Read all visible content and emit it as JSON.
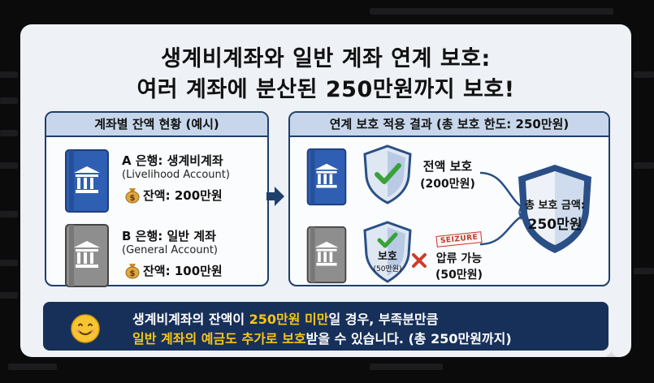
{
  "title": {
    "line1": "생계비계좌와 일반 계좌 연계 보호:",
    "line2": "여러 계좌에 분산된 250만원까지 보호!"
  },
  "left_panel": {
    "header": "계좌별 잔액 현황 (예시)",
    "accounts": [
      {
        "name": "A 은행: 생계비계좌",
        "sub": "(Livelihood Account)",
        "balance": "잔액: 200만원",
        "color": "#3b6fc4"
      },
      {
        "name": "B 은행: 일반 계좌",
        "sub": "(General Account)",
        "balance": "잔액: 100만원",
        "color": "#8a8a8a"
      }
    ]
  },
  "right_panel": {
    "header": "연계 보호 적용 결과 (총 보호 한도: 250만원)",
    "full_protect_label": "전액 보호",
    "full_protect_amount": "(200만원)",
    "partial_protect_label": "보호",
    "partial_protect_amount": "(50만원)",
    "seizure_stamp": "SEIZURE",
    "seizable_label": "압류 가능",
    "seizable_amount": "(50만원)",
    "total_label": "총 보호 금액:",
    "total_amount": "250만원"
  },
  "banner": {
    "line1_pre": "생계비계좌의 잔액이 ",
    "line1_hl": "250만원 미만",
    "line1_post": "일 경우, 부족분만큼",
    "line2_hl": "일반 계좌의 예금도 추가로 보호",
    "line2_post": "받을 수 있습니다. (총 250만원까지)"
  },
  "colors": {
    "navy": "#17305a",
    "highlight": "#f5c518",
    "check": "#3aa13a",
    "cross": "#d23a2a",
    "blue_book": "#3b6fc4",
    "gray_book": "#8a8a8a"
  }
}
